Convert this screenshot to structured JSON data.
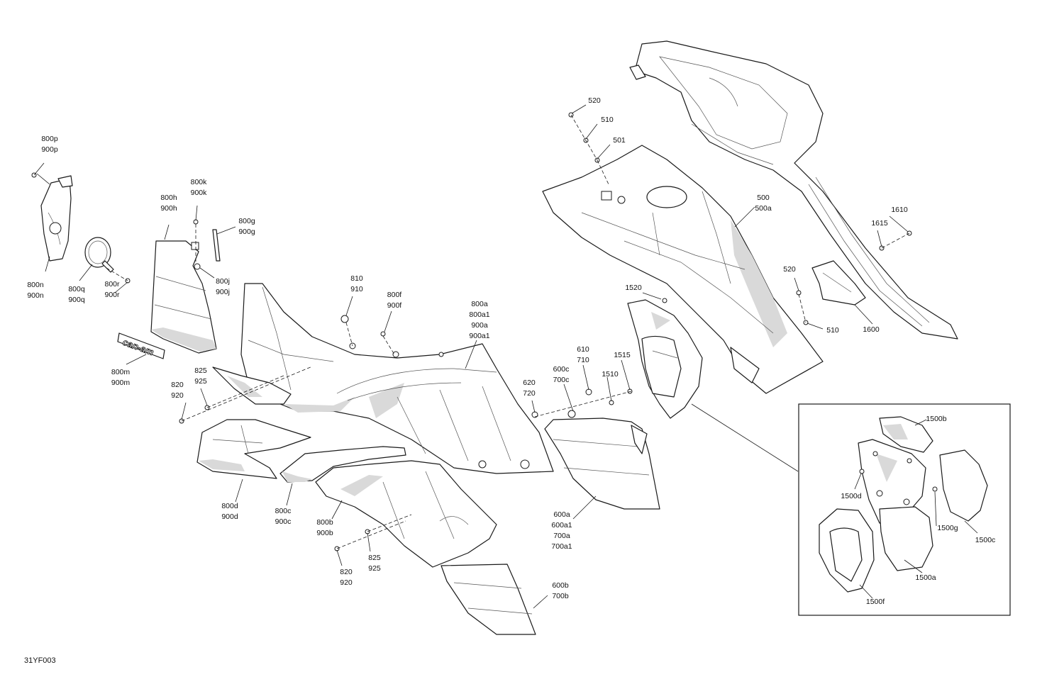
{
  "diagram_code": "31YF003",
  "labels": {
    "l_800p": [
      "800p",
      "900p"
    ],
    "l_800n": [
      "800n",
      "900n"
    ],
    "l_800q": [
      "800q",
      "900q"
    ],
    "l_800r": [
      "800r",
      "900r"
    ],
    "l_800h": [
      "800h",
      "900h"
    ],
    "l_800k": [
      "800k",
      "900k"
    ],
    "l_800g": [
      "800g",
      "900g"
    ],
    "l_800j": [
      "800j",
      "900j"
    ],
    "l_800m": [
      "800m",
      "900m"
    ],
    "l_820a": [
      "820",
      "920"
    ],
    "l_825a": [
      "825",
      "925"
    ],
    "l_810": [
      "810",
      "910"
    ],
    "l_800f": [
      "800f",
      "900f"
    ],
    "l_800a": [
      "800a",
      "800a1",
      "900a",
      "900a1"
    ],
    "l_800d": [
      "800d",
      "900d"
    ],
    "l_800c": [
      "800c",
      "900c"
    ],
    "l_800b": [
      "800b",
      "900b"
    ],
    "l_820b": [
      "820",
      "920"
    ],
    "l_825b": [
      "825",
      "925"
    ],
    "l_620": [
      "620",
      "720"
    ],
    "l_600c": [
      "600c",
      "700c"
    ],
    "l_610": [
      "610",
      "710"
    ],
    "l_1510": [
      "1510"
    ],
    "l_1515": [
      "1515"
    ],
    "l_1520": [
      "1520"
    ],
    "l_600a": [
      "600a",
      "600a1",
      "700a",
      "700a1"
    ],
    "l_600b": [
      "600b",
      "700b"
    ],
    "l_520a": [
      "520"
    ],
    "l_510a": [
      "510"
    ],
    "l_501": [
      "501"
    ],
    "l_500": [
      "500",
      "500a"
    ],
    "l_520b": [
      "520"
    ],
    "l_510b": [
      "510"
    ],
    "l_1610": [
      "1610"
    ],
    "l_1615": [
      "1615"
    ],
    "l_1600": [
      "1600"
    ],
    "l_1500b": [
      "1500b"
    ],
    "l_1500d": [
      "1500d"
    ],
    "l_1500g": [
      "1500g"
    ],
    "l_1500c": [
      "1500c"
    ],
    "l_1500a": [
      "1500a"
    ],
    "l_1500f": [
      "1500f"
    ]
  },
  "logo_text": "can-am"
}
